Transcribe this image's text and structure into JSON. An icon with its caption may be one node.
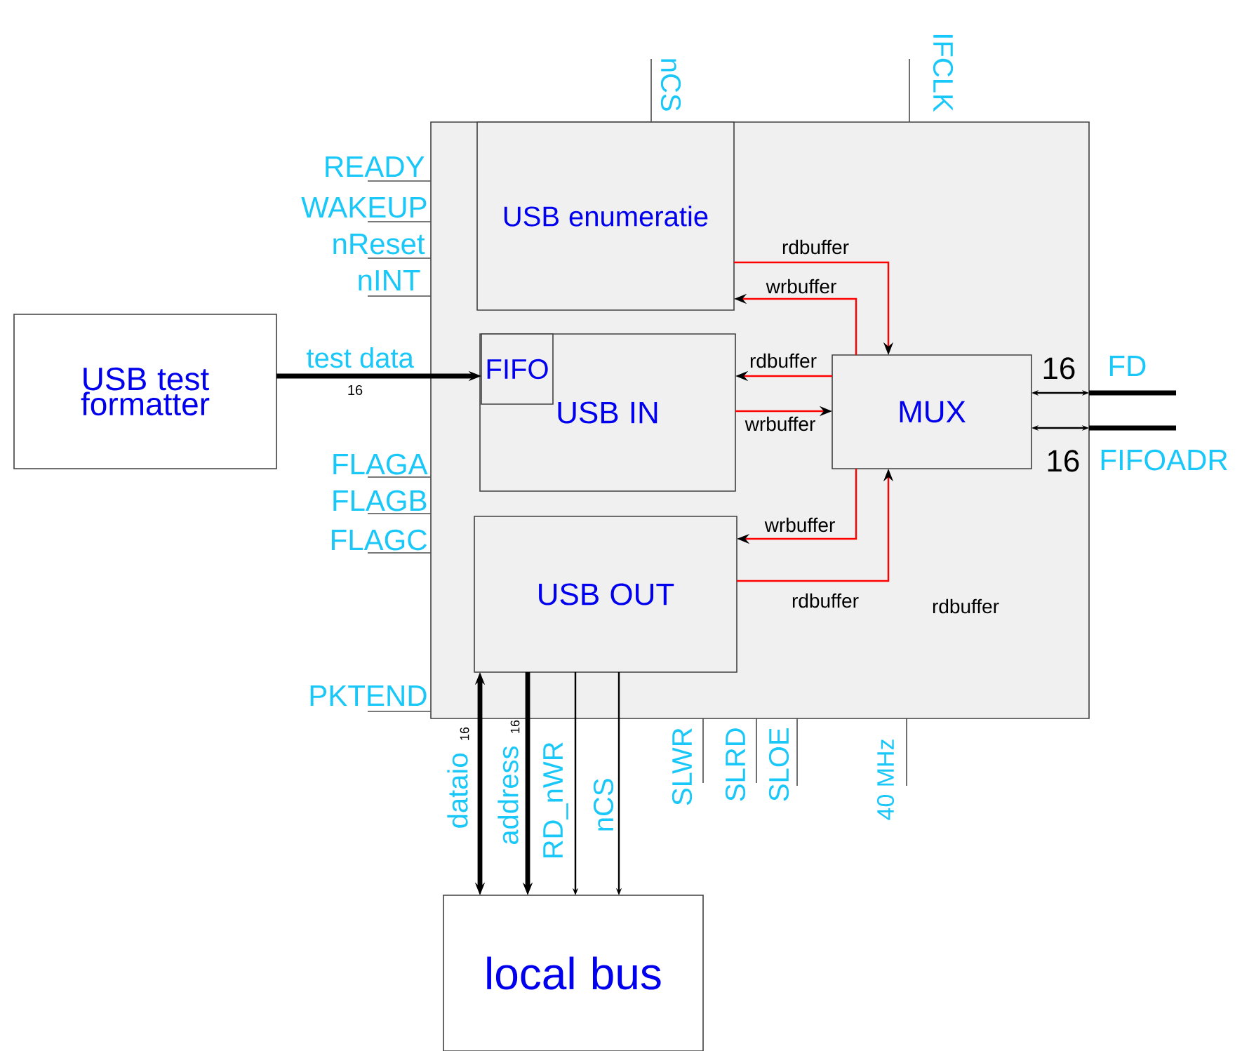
{
  "diagram": {
    "nodes": [
      {
        "text": [],
        "shape": "box"
      },
      {
        "text": [
          "USB test formatter"
        ]
      },
      {
        "text": [
          "USB enumeratie"
        ],
        "in": 0
      },
      {
        "text": [
          "USB IN"
        ],
        "in": 0
      },
      {
        "text": [
          "FIFO"
        ],
        "in": 3
      },
      {
        "text": [
          "USB OUT"
        ],
        "in": 0
      },
      {
        "text": [
          "MUX"
        ],
        "in": 0
      },
      {
        "text": [
          "local bus"
        ]
      }
    ],
    "edges": [
      {
        "from": 1,
        "to": 4,
        "arrow": "to",
        "label": "test data",
        "style": "thick"
      },
      {
        "from": 2,
        "to": 6,
        "arrow": "to",
        "label": "rdbuffer",
        "color": "#ff0000"
      },
      {
        "from": 6,
        "to": 2,
        "arrow": "to",
        "label": "wrbuffer",
        "color": "#ff0000"
      },
      {
        "from": 6,
        "to": 3,
        "arrow": "to",
        "label": "rdbuffer",
        "color": "#ff0000"
      },
      {
        "from": 3,
        "to": 6,
        "arrow": "to",
        "label": "wrbuffer",
        "color": "#ff0000"
      },
      {
        "from": 6,
        "to": 5,
        "arrow": "to",
        "label": "wrbuffer",
        "color": "#ff0000"
      },
      {
        "from": 5,
        "to": 6,
        "arrow": "to",
        "label": "rdbuffer",
        "color": "#ff0000"
      },
      {
        "from": 6,
        "to": 0,
        "arrow": "both"
      },
      {
        "from": 6,
        "to": 0,
        "arrow": "both"
      },
      {
        "from": 0,
        "to": null,
        "arrow": "none",
        "style": "thick"
      },
      {
        "from": 0,
        "to": null,
        "arrow": "none",
        "style": "thick"
      },
      {
        "from": 5,
        "to": 7,
        "arrow": "both",
        "label": "dataio",
        "style": "thick"
      },
      {
        "from": 5,
        "to": 7,
        "arrow": "to",
        "label": "address",
        "style": "thick"
      },
      {
        "from": 5,
        "to": 7,
        "arrow": "to",
        "label": "RD_nWR"
      },
      {
        "from": 5,
        "to": 7,
        "arrow": "to",
        "label": "nCS"
      }
    ],
    "labels": [
      "nCS",
      "IFCLK",
      "READY",
      "WAKEUP",
      "nReset",
      "nINT",
      "FD",
      "16",
      "16",
      "FIFOADR",
      "16",
      "FLAGA",
      "FLAGB",
      "FLAGC",
      "rdbuffer",
      "PKTEND",
      "16",
      "16",
      "SLWR",
      "SLRD",
      "SLOE",
      "40 MHz"
    ]
  }
}
